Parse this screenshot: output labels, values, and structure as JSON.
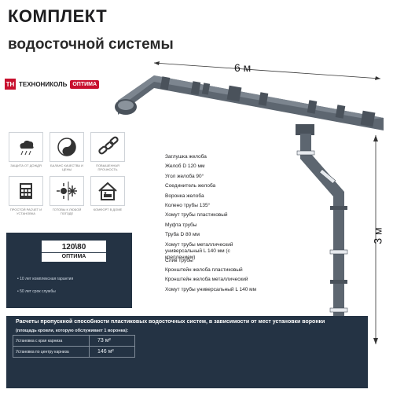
{
  "title": "КОМПЛЕКТ",
  "subtitle": "водосточной системы",
  "brand": {
    "logo": "ТН",
    "name": "ТЕХНОНИКОЛЬ",
    "badge": "ОПТИМА"
  },
  "dimensions": {
    "length": "6 м",
    "height": "3 м"
  },
  "features": [
    {
      "icon": "rain-cloud-icon",
      "caption": "защита от дождя"
    },
    {
      "icon": "yin-yang-icon",
      "caption": "баланс качества и цены"
    },
    {
      "icon": "chain-icon",
      "caption": "повышенная прочность"
    },
    {
      "icon": "calculator-icon",
      "caption": "простой расчет и установка"
    },
    {
      "icon": "climate-icon",
      "caption": "готовы к любой погоде"
    },
    {
      "icon": "house-icon",
      "caption": "комфорт в доме"
    }
  ],
  "promo": {
    "size": "120\\80",
    "tag": "ОПТИМА",
    "lines": [
      "10 лет комплексная гарантия",
      "50 лет срок службы"
    ]
  },
  "parts": [
    "Заглушка желоба",
    "Желоб D 120 мм",
    "Угол желоба 90°",
    "Соединитель желоба",
    "Воронка желоба",
    "Колено трубы 135°",
    "Хомут трубы пластиковый",
    "Муфта трубы",
    "Труба D 80 мм",
    "Хомут трубы металлический универсальный L 140 мм (с креплением)",
    "Слив трубы",
    "Кронштейн желоба пластиковый",
    "Кронштейн желоба металлический",
    "Хомут трубы универсальный L 140 мм"
  ],
  "capacity": {
    "title": "Расчеты пропускной способности пластиковых водосточных систем, в зависимости от мест установки воронки",
    "subtitle": "(площадь кровли, которую обслуживает 1 воронка):",
    "rows": [
      {
        "label": "Установка с края карниза",
        "value": "73 м²"
      },
      {
        "label": "Установка по центру карниза",
        "value": "146 м²"
      }
    ]
  },
  "colors": {
    "accent": "#c8102e",
    "panel": "#243344",
    "gutter": "#5d6670"
  }
}
